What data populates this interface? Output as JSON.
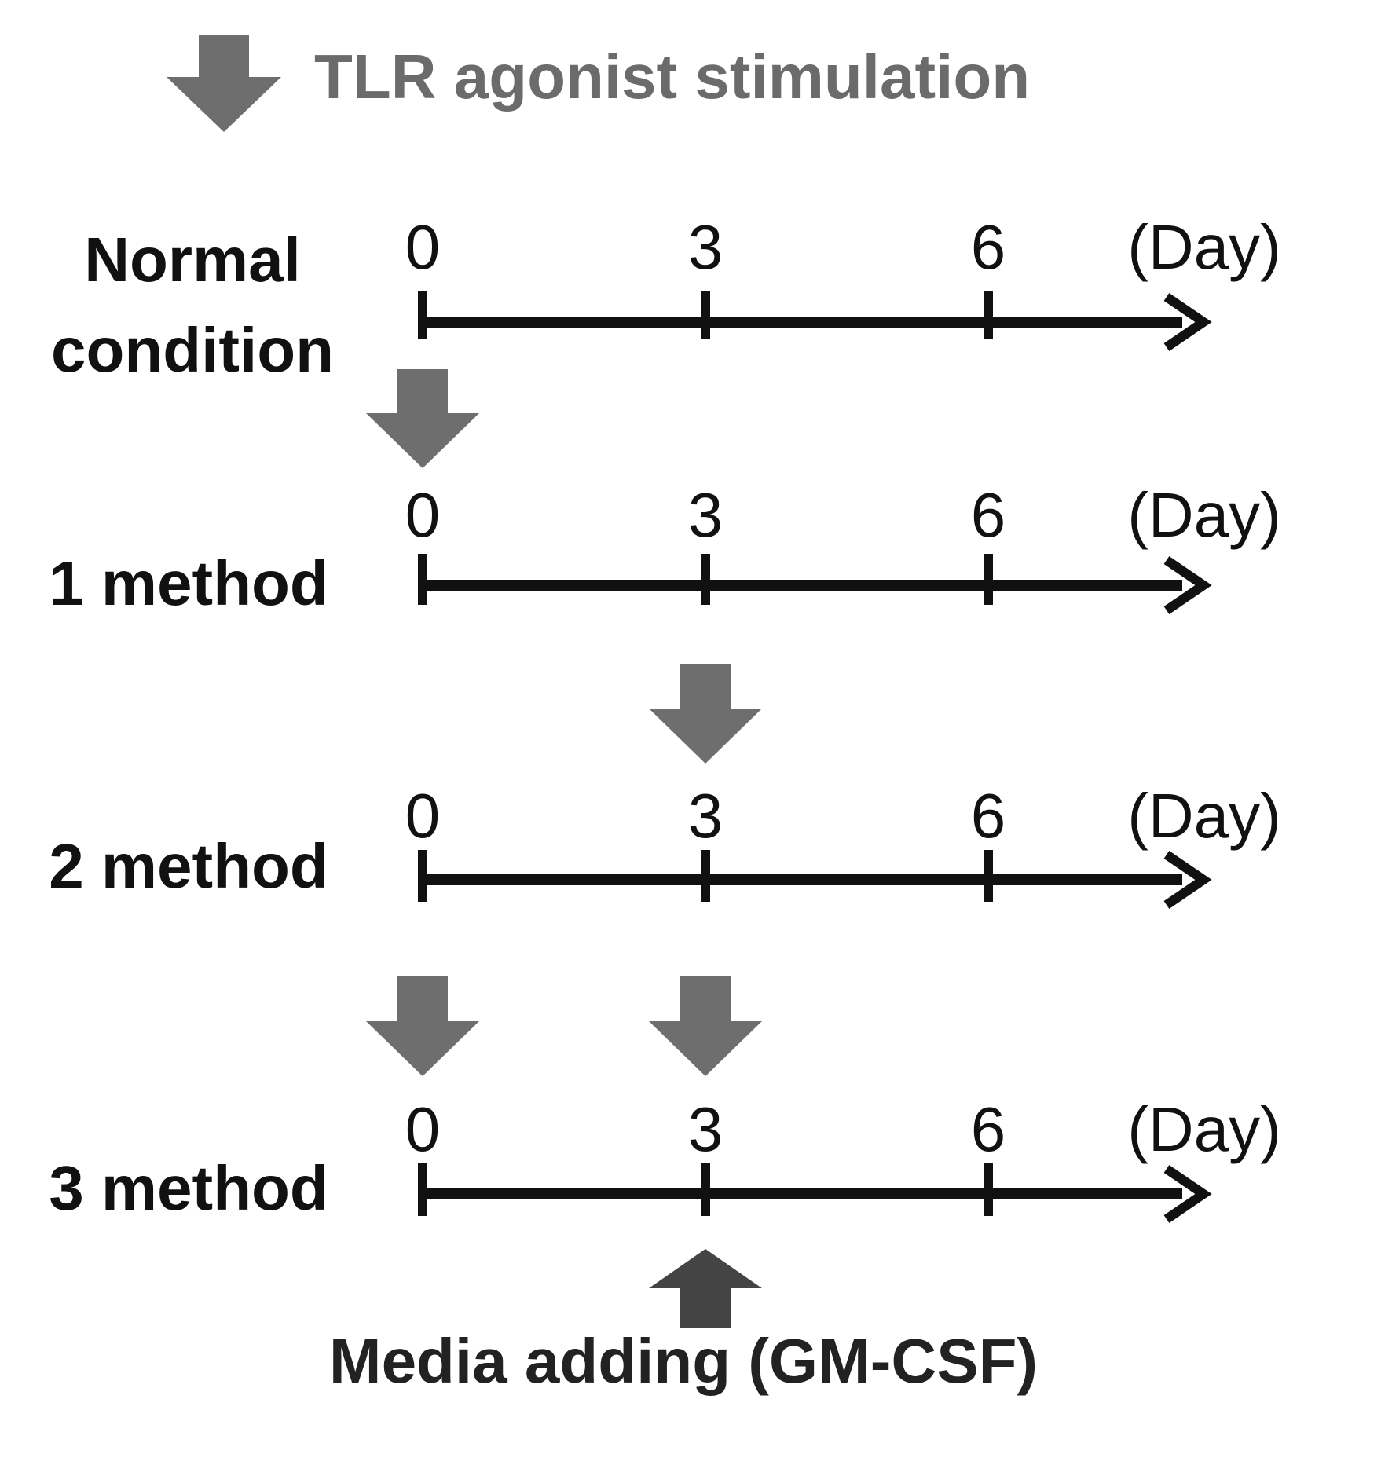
{
  "legend": {
    "label": "TLR agonist stimulation",
    "icon": "down-arrow-icon",
    "color": "#6e6e6e"
  },
  "day_unit": "(Day)",
  "tick_labels": [
    "0",
    "3",
    "6"
  ],
  "timelines": [
    {
      "id": "normal",
      "label_lines": [
        "Normal",
        "condition"
      ],
      "stimulation_days": []
    },
    {
      "id": "method-1",
      "label_lines": [
        "1 method"
      ],
      "stimulation_days": [
        0
      ]
    },
    {
      "id": "method-2",
      "label_lines": [
        "2 method"
      ],
      "stimulation_days": [
        3
      ]
    },
    {
      "id": "method-3",
      "label_lines": [
        "3 method"
      ],
      "stimulation_days": [
        0,
        3
      ],
      "media_adding_day": 3
    }
  ],
  "media_adding": {
    "label": "Media adding (GM-CSF)",
    "icon": "up-arrow-icon",
    "color": "#444444"
  },
  "colors": {
    "axis": "#111111",
    "stimulation_arrow": "#6e6e6e",
    "media_arrow": "#444444"
  }
}
